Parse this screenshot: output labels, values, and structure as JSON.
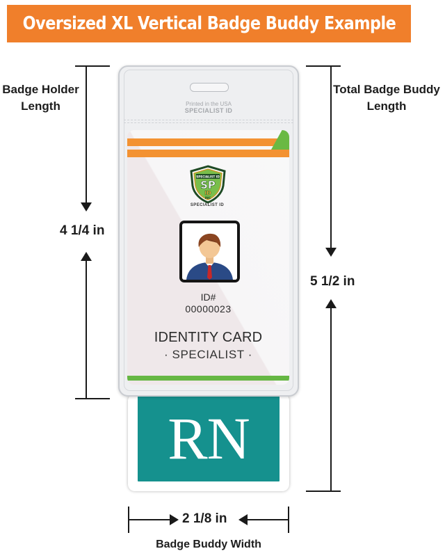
{
  "title": "Oversized XL Vertical Badge Buddy Example",
  "labels": {
    "holder_length_line1": "Badge Holder",
    "holder_length_line2": "Length",
    "total_length_line1": "Total Badge Buddy",
    "total_length_line2": "Length",
    "width_caption": "Badge Buddy Width"
  },
  "dimensions": {
    "holder_length": "4 1/4 in",
    "total_length": "5 1/2 in",
    "width": "2 1/8 in"
  },
  "holder": {
    "printed_line": "Printed in the USA",
    "printed_brand": "SPECIALIST ID"
  },
  "card": {
    "logo_top": "SPECIALIST ID",
    "logo_letters": "SP",
    "logo_id": "ID",
    "logo_inc": "INC",
    "logo_brand": "SPECIALIST ID",
    "id_label": "ID#",
    "id_number": "00000023",
    "title": "IDENTITY CARD",
    "subtitle": "· SPECIALIST ·"
  },
  "buddy": {
    "text": "RN"
  },
  "colors": {
    "banner": "#f07f2b",
    "orange_stripe": "#f39232",
    "green_stripe": "#66b744",
    "buddy_teal": "#15918e"
  }
}
